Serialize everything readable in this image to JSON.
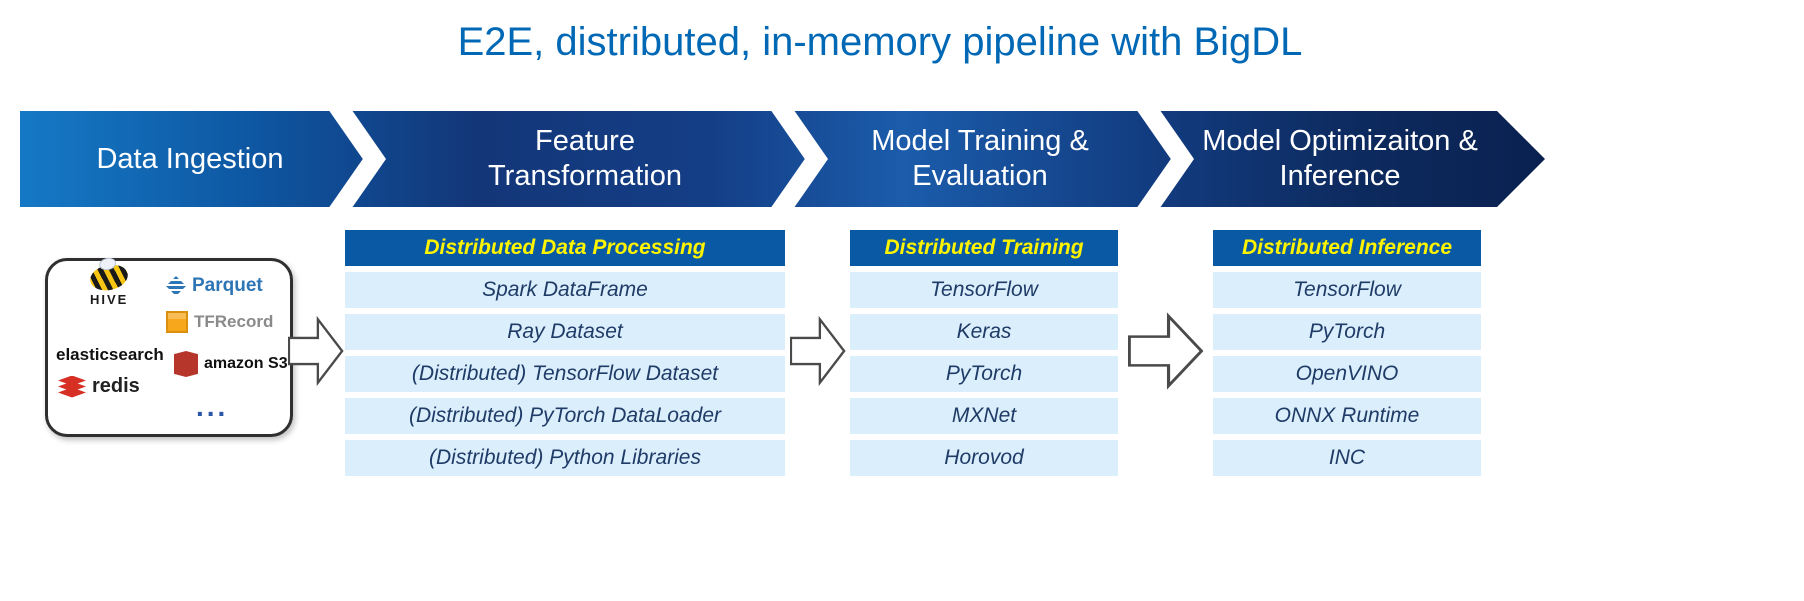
{
  "title": "E2E, distributed, in-memory pipeline with BigDL",
  "pipeline": {
    "stages": [
      {
        "label": "Data Ingestion"
      },
      {
        "label": "Feature\nTransformation"
      },
      {
        "label": "Model Training &\nEvaluation"
      },
      {
        "label": "Model Optimizaiton &\nInference"
      }
    ]
  },
  "sources": {
    "logos": [
      {
        "name": "hive-logo",
        "label": "HIVE"
      },
      {
        "name": "parquet-logo",
        "label": "Parquet"
      },
      {
        "name": "elasticsearch-logo",
        "label": "elasticsearch"
      },
      {
        "name": "tfrecord-logo",
        "label": "TFRecord"
      },
      {
        "name": "redis-logo",
        "label": "redis"
      },
      {
        "name": "amazon-s3-logo",
        "label": "amazon S3"
      },
      {
        "name": "more-ellipsis",
        "label": "..."
      }
    ]
  },
  "tables": [
    {
      "header": "Distributed Data Processing",
      "rows": [
        "Spark DataFrame",
        "Ray Dataset",
        "(Distributed) TensorFlow Dataset",
        "(Distributed) PyTorch DataLoader",
        "(Distributed) Python Libraries"
      ]
    },
    {
      "header": "Distributed Training",
      "rows": [
        "TensorFlow",
        "Keras",
        "PyTorch",
        "MXNet",
        "Horovod"
      ]
    },
    {
      "header": "Distributed Inference",
      "rows": [
        "TensorFlow",
        "PyTorch",
        "OpenVINO",
        "ONNX Runtime",
        "INC"
      ]
    }
  ],
  "colors": {
    "title_text": "#0068b5",
    "banner_gradient_start": "#1579c6",
    "banner_gradient_end": "#0a2150",
    "table_header_bg": "#0a59a4",
    "table_header_text": "#fef400",
    "table_row_bg": "#dbeefb",
    "table_row_text": "#1f3b67"
  }
}
